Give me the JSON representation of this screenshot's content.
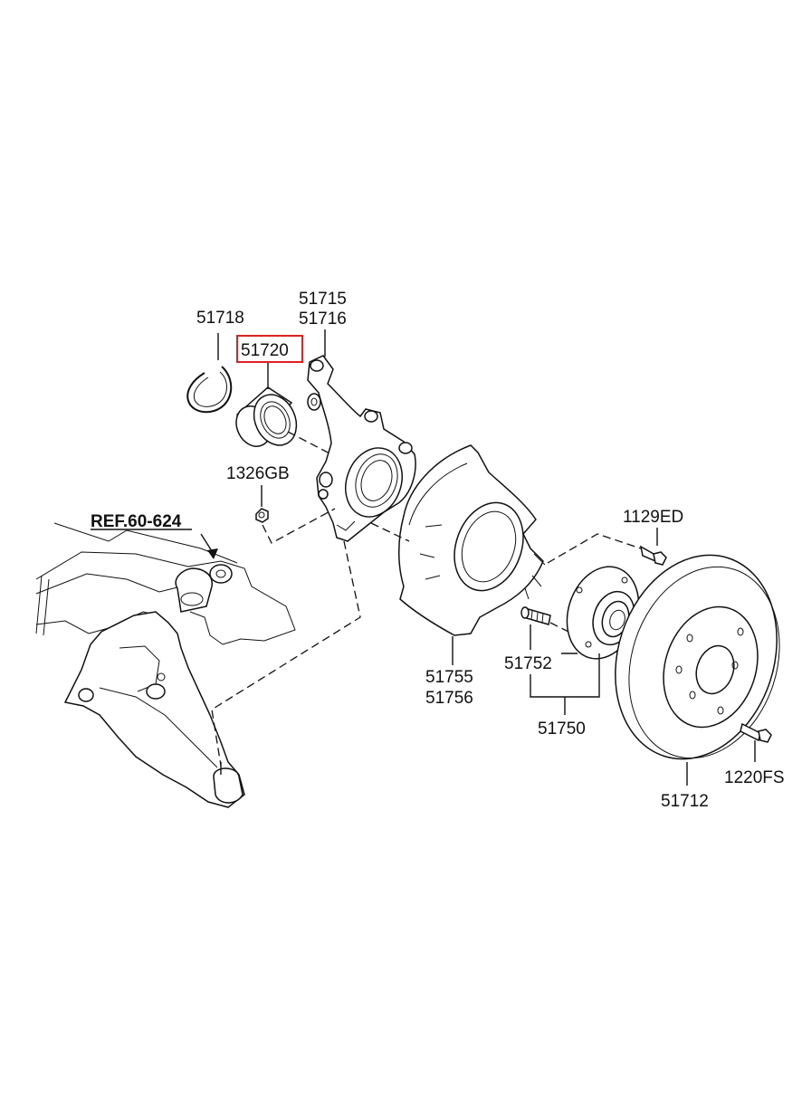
{
  "labels": {
    "p51718": "51718",
    "p51715": "51715",
    "p51716": "51716",
    "p51720": "51720",
    "p1326gb": "1326GB",
    "ref": "REF.60-624",
    "p1129ed": "1129ED",
    "p51755": "51755",
    "p51756": "51756",
    "p51752": "51752",
    "p51750": "51750",
    "p51712": "51712",
    "p1220fs": "1220FS"
  },
  "highlight": {
    "part": "51720",
    "color": "#e02020"
  }
}
